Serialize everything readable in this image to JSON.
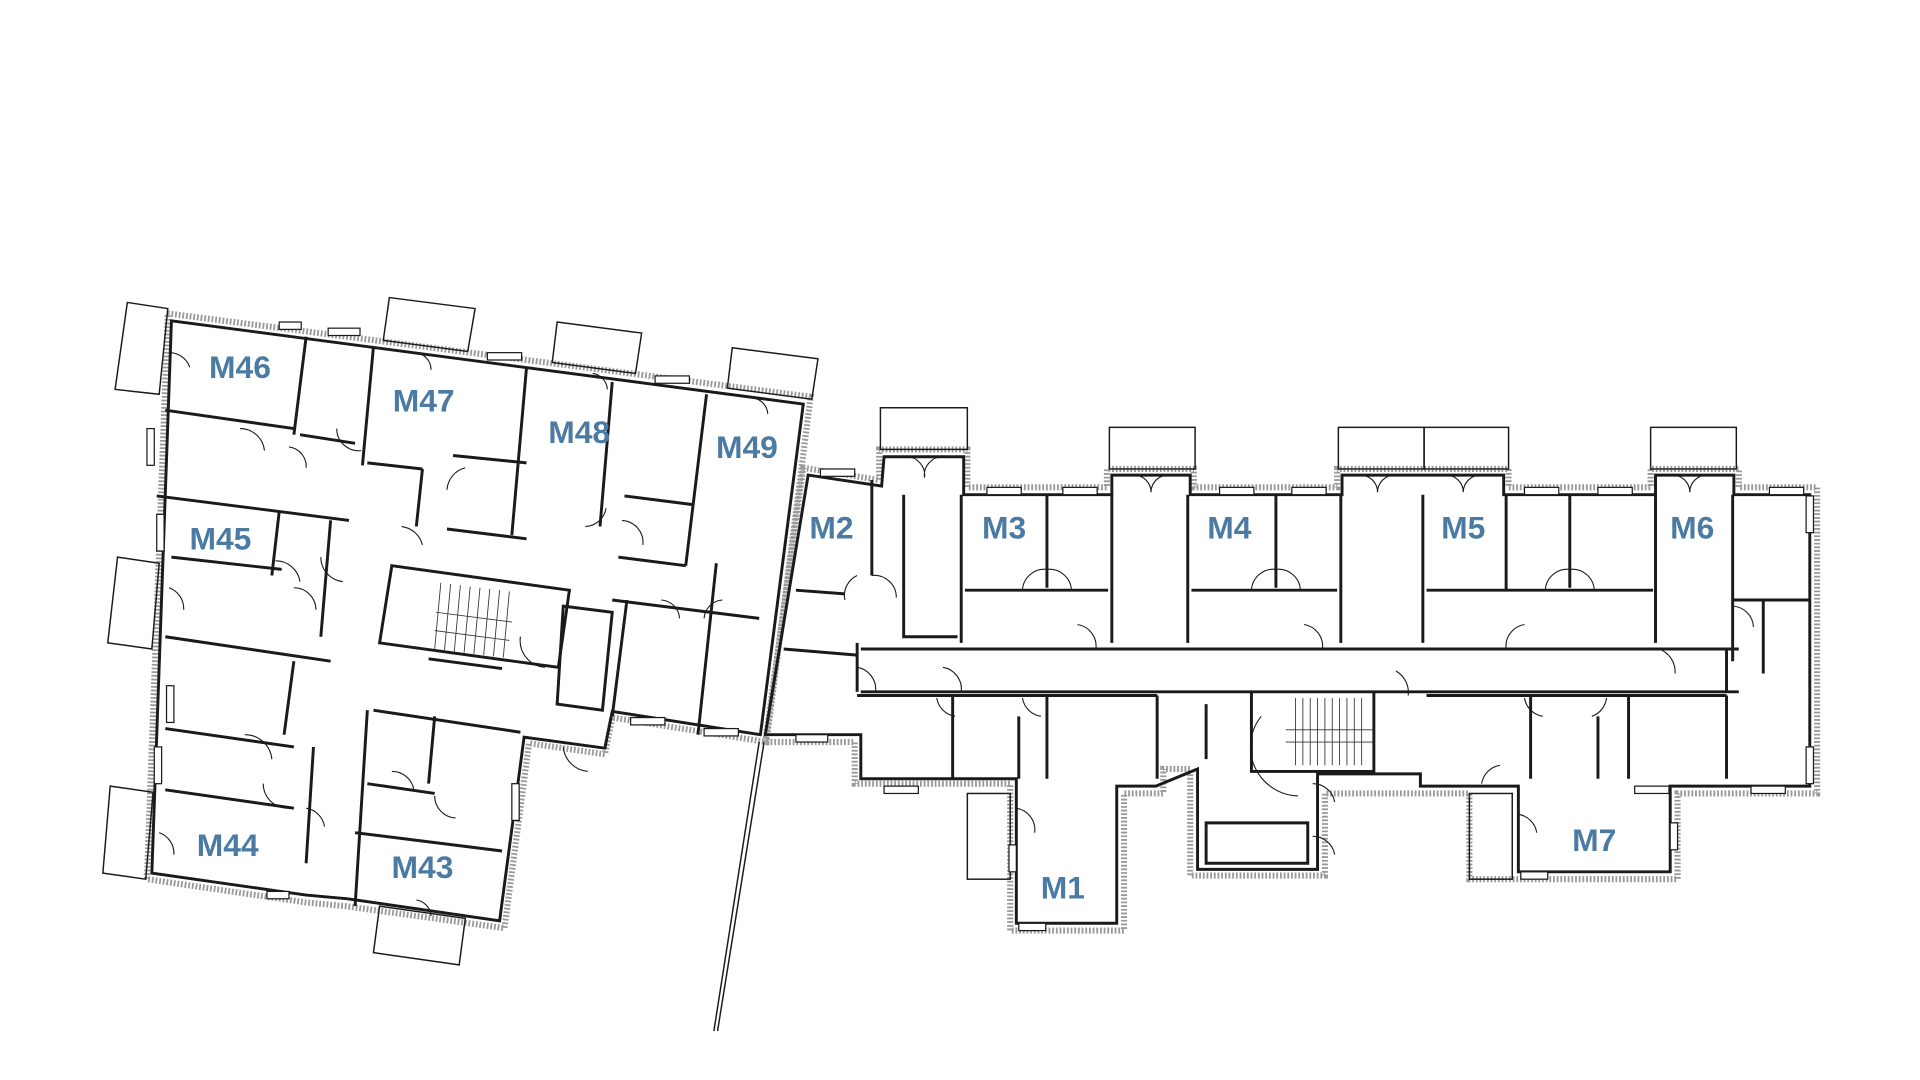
{
  "plan": {
    "label_color": "#4b7ba3",
    "units": [
      {
        "id": "M46"
      },
      {
        "id": "M47"
      },
      {
        "id": "M48"
      },
      {
        "id": "M49"
      },
      {
        "id": "M45"
      },
      {
        "id": "M44"
      },
      {
        "id": "M43"
      },
      {
        "id": "M2"
      },
      {
        "id": "M3"
      },
      {
        "id": "M4"
      },
      {
        "id": "M5"
      },
      {
        "id": "M6"
      },
      {
        "id": "M1"
      },
      {
        "id": "M7"
      }
    ]
  }
}
